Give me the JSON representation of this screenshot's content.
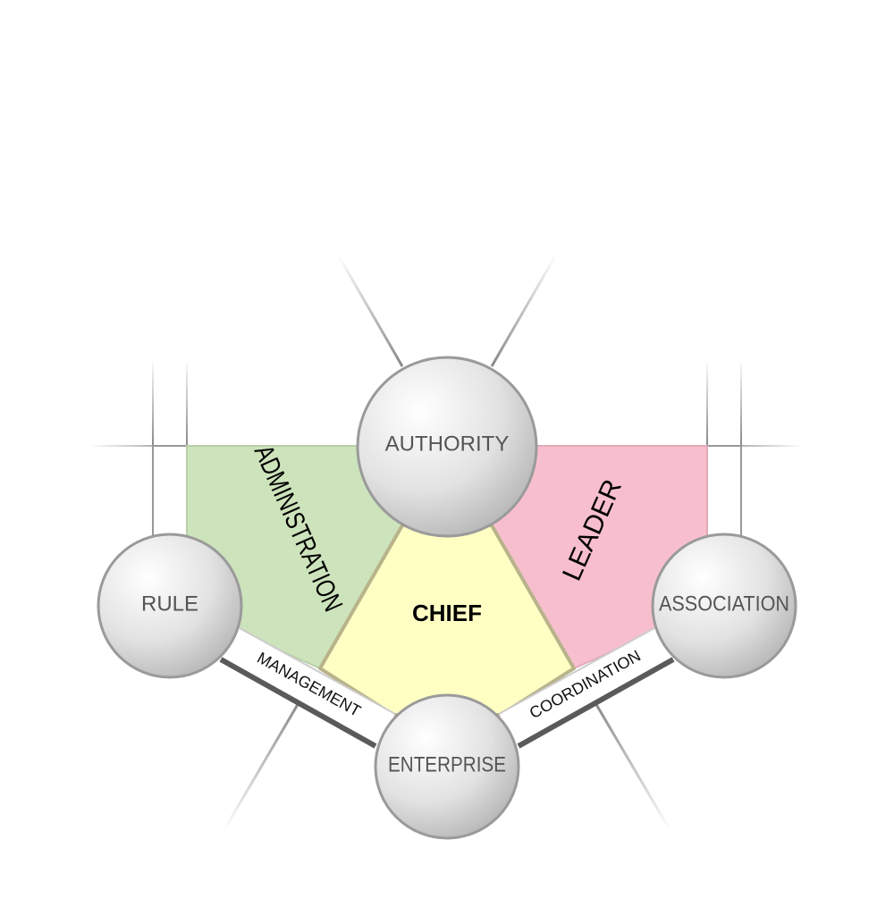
{
  "nodes": {
    "authority": "AUTHORITY",
    "rule": "RULE",
    "association": "ASSOCIATION",
    "enterprise": "ENTERPRISE"
  },
  "regions": {
    "administration": "ADMINISTRATION",
    "leader": "LEADER",
    "chief": "CHIEF"
  },
  "bands": {
    "management": "MANAGEMENT",
    "coordination": "COORDINATION"
  },
  "colors": {
    "administration_fill": "#cde3bb",
    "leader_fill": "#f7bfce",
    "chief_fill": "#ffffc4",
    "node_stroke": "#9a9a9a",
    "band_stroke": "#5a5a5a"
  }
}
